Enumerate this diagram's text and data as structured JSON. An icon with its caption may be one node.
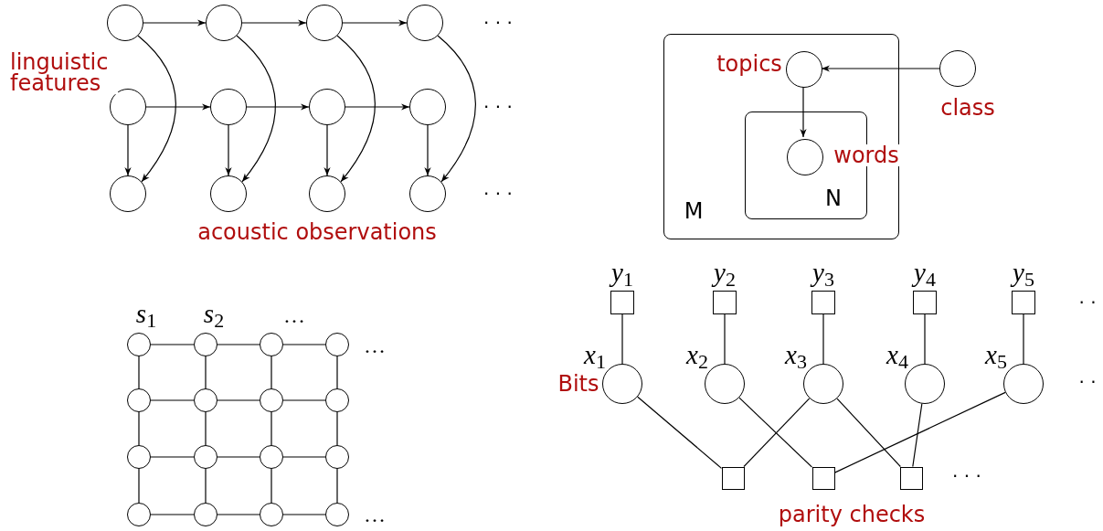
{
  "diagram": {
    "nodes": [
      {
        "text": [],
        "shape": "circle"
      },
      {
        "text": [],
        "shape": "circle"
      },
      {
        "text": [],
        "shape": "circle"
      },
      {
        "text": [],
        "shape": "circle"
      },
      {
        "text": [],
        "shape": "circle"
      },
      {
        "text": [],
        "shape": "circle"
      },
      {
        "text": [],
        "shape": "circle"
      },
      {
        "text": [],
        "shape": "circle"
      },
      {
        "text": [],
        "shape": "circle"
      },
      {
        "text": [],
        "shape": "circle"
      },
      {
        "text": [],
        "shape": "circle"
      },
      {
        "text": [],
        "shape": "circle"
      },
      {
        "text": [
          "M"
        ]
      },
      {
        "text": [],
        "shape": "circle",
        "beside": [
          "topics"
        ],
        "in": 12
      },
      {
        "text": [
          "N"
        ],
        "in": 12
      },
      {
        "text": [],
        "shape": "circle",
        "beside": [
          "words"
        ],
        "in": 14
      },
      {
        "text": [],
        "shape": "circle",
        "beside": [
          "class"
        ]
      },
      {
        "text": [],
        "shape": "circle",
        "beside": [
          "s$_{1}$"
        ]
      },
      {
        "text": [],
        "shape": "circle",
        "beside": [
          "s$_{2}$"
        ]
      },
      {
        "text": [],
        "shape": "circle"
      },
      {
        "text": [],
        "shape": "circle"
      },
      {
        "text": [],
        "shape": "circle"
      },
      {
        "text": [],
        "shape": "circle"
      },
      {
        "text": [],
        "shape": "circle"
      },
      {
        "text": [],
        "shape": "circle"
      },
      {
        "text": [],
        "shape": "circle"
      },
      {
        "text": [],
        "shape": "circle"
      },
      {
        "text": [],
        "shape": "circle"
      },
      {
        "text": [],
        "shape": "circle"
      },
      {
        "text": [],
        "shape": "circle"
      },
      {
        "text": [],
        "shape": "circle"
      },
      {
        "text": [],
        "shape": "circle"
      },
      {
        "text": [],
        "shape": "circle"
      },
      {
        "text": [],
        "shape": "box",
        "beside": [
          "y$_{1}$"
        ]
      },
      {
        "text": [],
        "shape": "box",
        "beside": [
          "y$_{2}$"
        ]
      },
      {
        "text": [],
        "shape": "box",
        "beside": [
          "y$_{3}$"
        ]
      },
      {
        "text": [],
        "shape": "box",
        "beside": [
          "y$_{4}$"
        ]
      },
      {
        "text": [],
        "shape": "box",
        "beside": [
          "y$_{5}$"
        ]
      },
      {
        "text": [],
        "shape": "circle",
        "beside": [
          "x$_{1}$"
        ]
      },
      {
        "text": [],
        "shape": "circle",
        "beside": [
          "x$_{2}$"
        ]
      },
      {
        "text": [],
        "shape": "circle",
        "beside": [
          "x$_{3}$"
        ]
      },
      {
        "text": [],
        "shape": "circle",
        "beside": [
          "x$_{4}$"
        ]
      },
      {
        "text": [],
        "shape": "circle",
        "beside": [
          "x$_{5}$"
        ]
      },
      {
        "text": [],
        "shape": "box"
      },
      {
        "text": [],
        "shape": "box"
      },
      {
        "text": [],
        "shape": "box"
      }
    ],
    "edges": [
      {
        "from": 0,
        "to": 1,
        "arrow": "to"
      },
      {
        "from": 1,
        "to": 2,
        "arrow": "to"
      },
      {
        "from": 2,
        "to": 3,
        "arrow": "to"
      },
      {
        "from": 4,
        "to": 5,
        "arrow": "to"
      },
      {
        "from": 5,
        "to": 6,
        "arrow": "to"
      },
      {
        "from": 6,
        "to": 7,
        "arrow": "to"
      },
      {
        "from": 4,
        "to": 8,
        "arrow": "to"
      },
      {
        "from": 5,
        "to": 9,
        "arrow": "to"
      },
      {
        "from": 6,
        "to": 10,
        "arrow": "to"
      },
      {
        "from": 7,
        "to": 11,
        "arrow": "to"
      },
      {
        "from": 0,
        "to": 8,
        "arrow": "to"
      },
      {
        "from": 1,
        "to": 9,
        "arrow": "to"
      },
      {
        "from": 2,
        "to": 10,
        "arrow": "to"
      },
      {
        "from": 3,
        "to": 11,
        "arrow": "to"
      },
      {
        "from": 16,
        "to": 13,
        "arrow": "to"
      },
      {
        "from": 13,
        "to": 15,
        "arrow": "to"
      },
      {
        "from": 17,
        "to": 18,
        "arrow": "none"
      },
      {
        "from": 18,
        "to": 19,
        "arrow": "none"
      },
      {
        "from": 19,
        "to": 20,
        "arrow": "none"
      },
      {
        "from": 21,
        "to": 22,
        "arrow": "none"
      },
      {
        "from": 22,
        "to": 23,
        "arrow": "none"
      },
      {
        "from": 23,
        "to": 24,
        "arrow": "none"
      },
      {
        "from": 25,
        "to": 26,
        "arrow": "none"
      },
      {
        "from": 26,
        "to": 27,
        "arrow": "none"
      },
      {
        "from": 27,
        "to": 28,
        "arrow": "none"
      },
      {
        "from": 29,
        "to": 30,
        "arrow": "none"
      },
      {
        "from": 30,
        "to": 31,
        "arrow": "none"
      },
      {
        "from": 31,
        "to": 32,
        "arrow": "none"
      },
      {
        "from": 17,
        "to": 21,
        "arrow": "none"
      },
      {
        "from": 18,
        "to": 22,
        "arrow": "none"
      },
      {
        "from": 19,
        "to": 23,
        "arrow": "none"
      },
      {
        "from": 20,
        "to": 24,
        "arrow": "none"
      },
      {
        "from": 21,
        "to": 25,
        "arrow": "none"
      },
      {
        "from": 22,
        "to": 26,
        "arrow": "none"
      },
      {
        "from": 23,
        "to": 27,
        "arrow": "none"
      },
      {
        "from": 24,
        "to": 28,
        "arrow": "none"
      },
      {
        "from": 25,
        "to": 29,
        "arrow": "none"
      },
      {
        "from": 26,
        "to": 30,
        "arrow": "none"
      },
      {
        "from": 27,
        "to": 31,
        "arrow": "none"
      },
      {
        "from": 28,
        "to": 32,
        "arrow": "none"
      },
      {
        "from": 33,
        "to": 38,
        "arrow": "none"
      },
      {
        "from": 34,
        "to": 39,
        "arrow": "none"
      },
      {
        "from": 35,
        "to": 40,
        "arrow": "none"
      },
      {
        "from": 36,
        "to": 41,
        "arrow": "none"
      },
      {
        "from": 37,
        "to": 42,
        "arrow": "none"
      },
      {
        "from": 38,
        "to": 43,
        "arrow": "none"
      },
      {
        "from": 39,
        "to": 44,
        "arrow": "none"
      },
      {
        "from": 40,
        "to": 43,
        "arrow": "none"
      },
      {
        "from": 40,
        "to": 45,
        "arrow": "none"
      },
      {
        "from": 41,
        "to": 45,
        "arrow": "none"
      },
      {
        "from": 42,
        "to": 44,
        "arrow": "none"
      }
    ],
    "labels": [
      "· · ·",
      "linguistic features",
      "· · ·",
      "· · ·",
      "acoustic observations",
      "…",
      "· ·",
      "…",
      "Bits",
      "· ·",
      "· · ·",
      "…",
      "parity checks"
    ]
  }
}
